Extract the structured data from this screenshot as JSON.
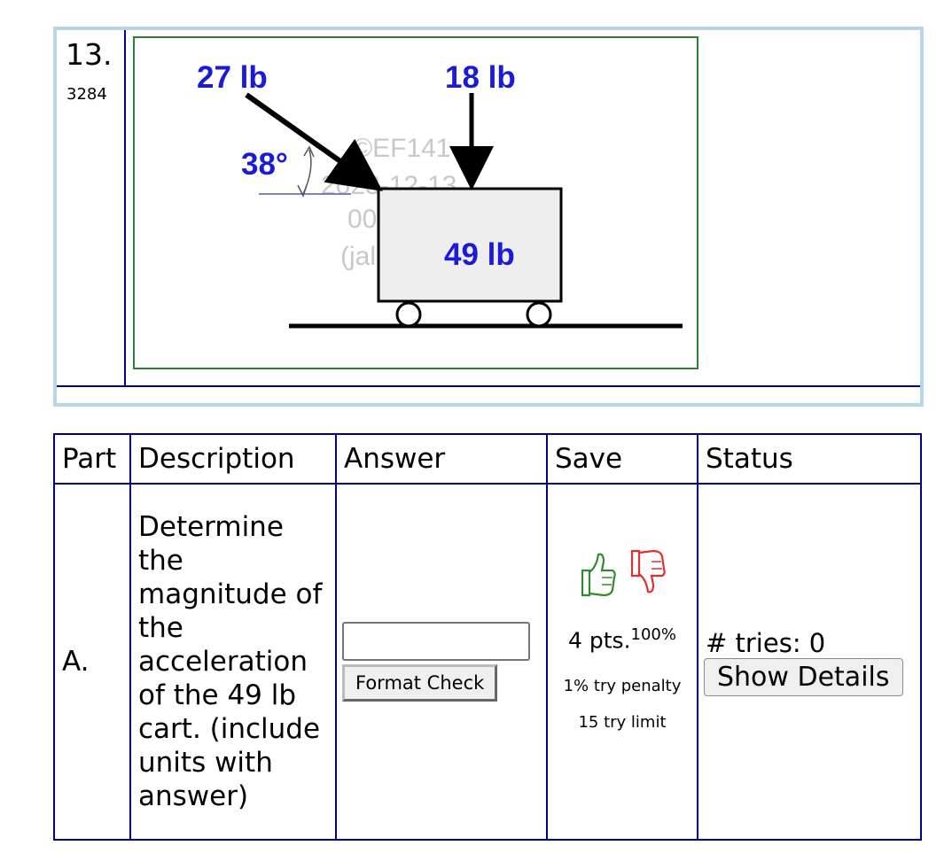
{
  "problem": {
    "number": "13.",
    "id": "3284",
    "diagram": {
      "force_angled_label": "27 lb",
      "force_vertical_label": "18 lb",
      "angle_label": "38°",
      "cart_weight_label": "49 lb",
      "watermark_lines": [
        "©EF141",
        "2023-12-13",
        "00:37:54",
        "(jalle1...)"
      ]
    }
  },
  "table": {
    "headers": [
      "Part",
      "Description",
      "Answer",
      "Save",
      "Status"
    ],
    "row": {
      "part": "A.",
      "description": "Determine the magnitude of the acceleration of the 49 lb cart. (include units with answer)",
      "answer_value": "",
      "format_check_label": "Format Check",
      "points": "4 pts.",
      "points_percent": "100%",
      "try_penalty": "1% try penalty",
      "try_limit": "15 try limit",
      "tries": "# tries: 0",
      "show_details_label": "Show Details"
    }
  },
  "colors": {
    "frame_border": "#b7d6e5",
    "table_border": "#000080",
    "diagram_border": "#2e7d32",
    "force_label": "#1a1adb",
    "thumb_up": "#2e8b2e",
    "thumb_down": "#e03030"
  }
}
